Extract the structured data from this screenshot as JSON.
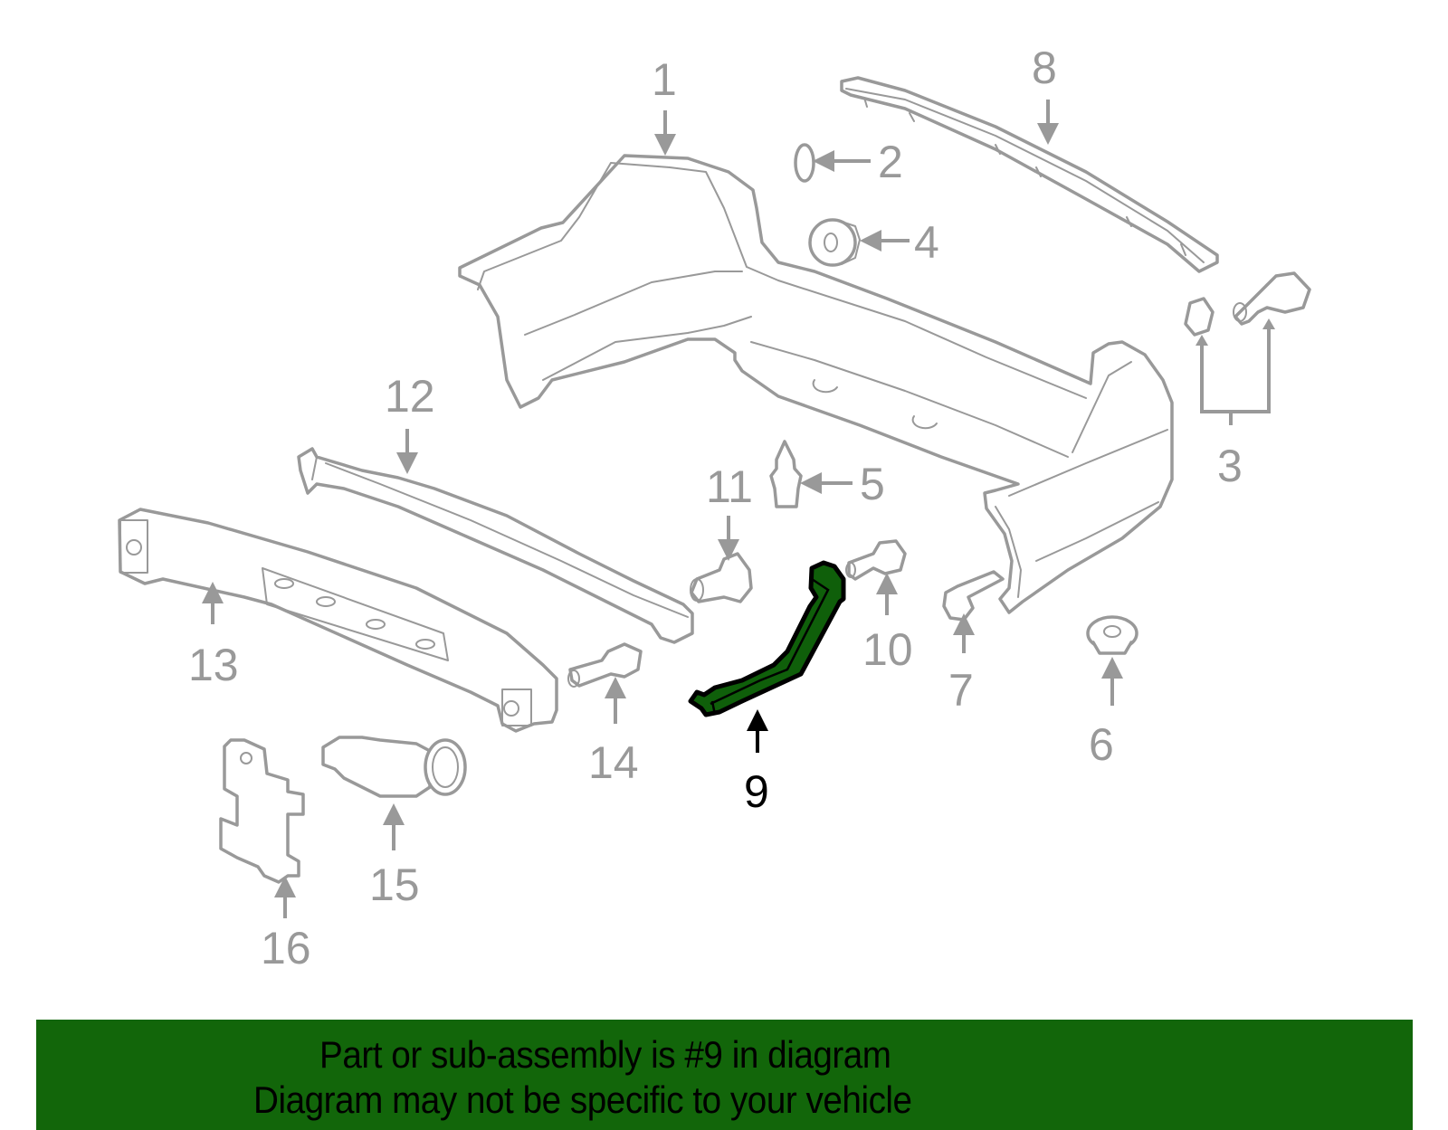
{
  "diagram": {
    "title": "Rear bumper assembly exploded view",
    "highlighted_part": "9",
    "colors": {
      "part_outline": "#999999",
      "highlight_fill": "#0f5f0a",
      "highlight_outline": "#000000",
      "banner_background": "#12660a",
      "banner_text": "#000000"
    },
    "callouts": [
      {
        "number": "1",
        "part": "bumper-cover"
      },
      {
        "number": "2",
        "part": "grommet"
      },
      {
        "number": "3",
        "part": "bolt-and-nut-pair"
      },
      {
        "number": "4",
        "part": "flange-nut"
      },
      {
        "number": "5",
        "part": "push-clip"
      },
      {
        "number": "6",
        "part": "flange-nut"
      },
      {
        "number": "7",
        "part": "hex-bolt"
      },
      {
        "number": "8",
        "part": "upper-retainer-strip"
      },
      {
        "number": "9",
        "part": "bumper-side-bracket",
        "highlighted": true
      },
      {
        "number": "10",
        "part": "flange-bolt"
      },
      {
        "number": "11",
        "part": "clip"
      },
      {
        "number": "12",
        "part": "energy-absorber"
      },
      {
        "number": "13",
        "part": "impact-bar"
      },
      {
        "number": "14",
        "part": "flange-bolt"
      },
      {
        "number": "15",
        "part": "parking-sensor"
      },
      {
        "number": "16",
        "part": "sensor-bracket"
      }
    ]
  },
  "banner": {
    "line1": "Part or sub-assembly is #9 in diagram",
    "line2": "Diagram may not be specific to your vehicle"
  }
}
